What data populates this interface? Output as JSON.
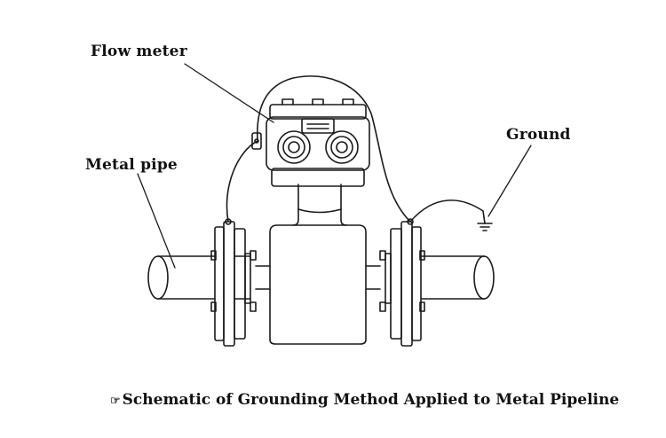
{
  "labels": {
    "flow_meter": "Flow meter",
    "metal_pipe": "Metal pipe",
    "ground": "Ground"
  },
  "caption": {
    "bullet": "☞",
    "text": "Schematic of Grounding Method Applied to Metal Pipeline"
  },
  "colors": {
    "line": "#1a1a1a",
    "background": "#ffffff"
  }
}
